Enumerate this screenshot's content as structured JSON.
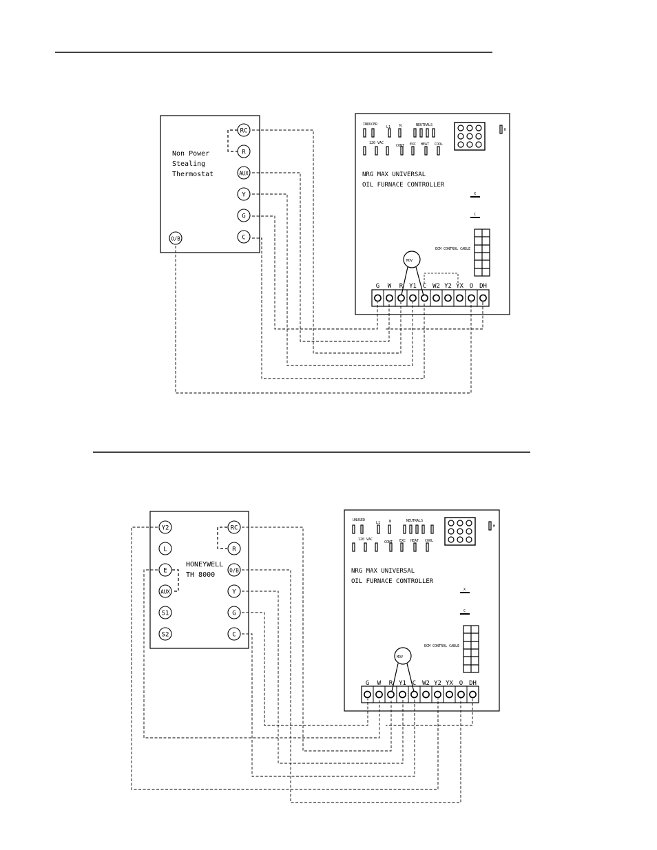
{
  "diagram1": {
    "thermostat_title": [
      "Non Power",
      "Stealing",
      "Thermostat"
    ],
    "thermostat_terminals": [
      "RC",
      "R",
      "AUX",
      "Y",
      "G",
      "C",
      "O/B"
    ],
    "controller": {
      "top_labels": [
        "INDUCER",
        "L1",
        "N",
        "NEUTRALS"
      ],
      "lower_labels": [
        "120 VAC",
        "CONT",
        "EXC",
        "HEAT",
        "COOL"
      ],
      "side_label": "H",
      "title_lines": [
        "NRG MAX UNIVERSAL",
        "OIL FURNACE CONTROLLER"
      ],
      "x_label": "X",
      "c_label": "C",
      "ecm_label": "ECM CONTROL CABLE",
      "mov_label": "MOV",
      "terminals": [
        "G",
        "W",
        "R",
        "Y1",
        "C",
        "W2",
        "Y2",
        "YX",
        "O",
        "DH"
      ]
    }
  },
  "diagram2": {
    "thermostat_title": [
      "HONEYWELL",
      "TH 8000"
    ],
    "left_terminals": [
      "Y2",
      "L",
      "E",
      "AUX",
      "S1",
      "S2"
    ],
    "right_terminals": [
      "RC",
      "R",
      "O/B",
      "Y",
      "G",
      "C"
    ],
    "controller": {
      "top_labels": [
        "UNUSED",
        "L1",
        "N",
        "NEUTRALS"
      ],
      "lower_labels": [
        "120 VAC",
        "CONT",
        "EXC",
        "HEAT",
        "COOL"
      ],
      "side_label": "H",
      "title_lines": [
        "NRG MAX UNIVERSAL",
        "OIL FURNACE CONTROLLER"
      ],
      "x_label": "X",
      "c_label": "C",
      "ecm_label": "ECM CONTROL CABLE",
      "mov_label": "MOV",
      "terminals": [
        "G",
        "W",
        "R",
        "Y1",
        "C",
        "W2",
        "Y2",
        "YX",
        "O",
        "DH"
      ]
    }
  }
}
